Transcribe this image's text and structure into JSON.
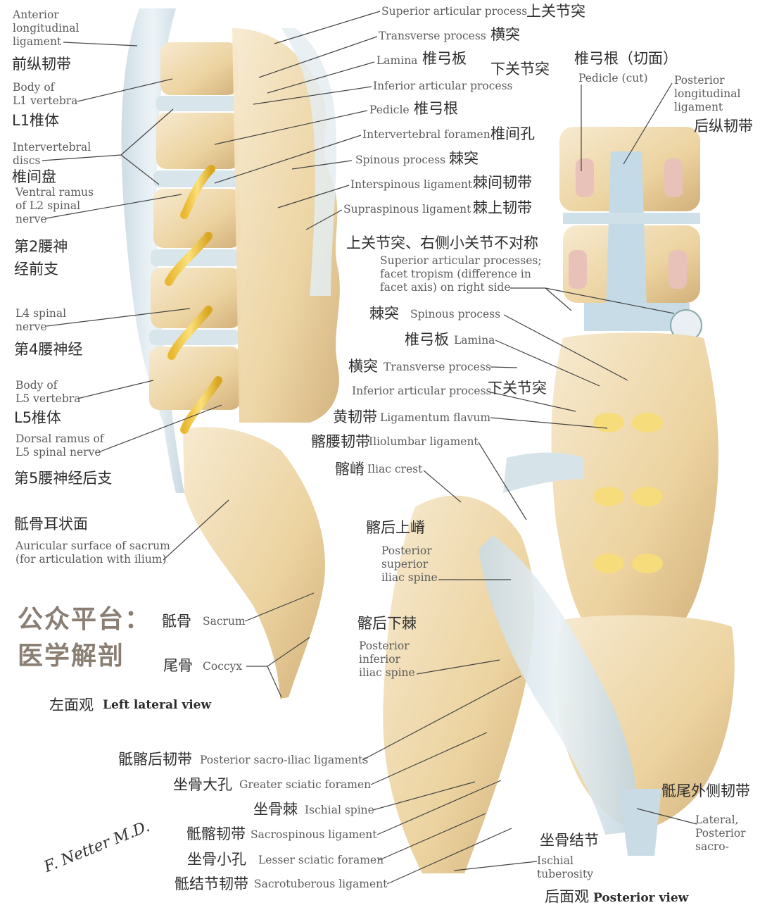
{
  "colors": {
    "bone": "#f1dfb0",
    "bone_dark": "#c9a86a",
    "ligament": "#dce8ee",
    "nerve": "#f6cf4d",
    "marrow": "#d9a090",
    "text_en": "#5b5b5b",
    "text_cn": "#2e2e2e",
    "watermark": "#8b7f74"
  },
  "watermark": {
    "line1": "公众平台：",
    "line2": "医学解剖"
  },
  "signature": "F. Netter M.D.",
  "left_view": {
    "cn": "左面观",
    "en": "Left lateral view"
  },
  "posterior_view": {
    "cn": "后面观",
    "en": "Posterior view"
  },
  "left_labels": [
    {
      "en": "Anterior\nlongitudinal\nligament",
      "cn": "前纵韧带"
    },
    {
      "en": "Body of\nL1 vertebra",
      "cn": "L1椎体"
    },
    {
      "en": "Intervertebral\ndiscs",
      "cn": "椎间盘"
    },
    {
      "en": "Ventral ramus\nof L2 spinal\nnerve",
      "cn": "第2腰神\n经前支"
    },
    {
      "en": "L4 spinal\nnerve",
      "cn": "第4腰神经"
    },
    {
      "en": "Body of\nL5 vertebra",
      "cn": "L5椎体"
    },
    {
      "en": "Dorsal ramus of\nL5 spinal nerve",
      "cn": "第5腰神经后支"
    },
    {
      "en": "Auricular surface of sacrum\n(for articulation with ilium)",
      "cn": "骶骨耳状面"
    },
    {
      "en": "Sacrum",
      "cn": "骶骨"
    },
    {
      "en": "Coccyx",
      "cn": "尾骨"
    }
  ],
  "middle_labels": [
    {
      "en": "Superior articular process",
      "cn": "上关节突"
    },
    {
      "en": "Transverse process",
      "cn": "横突"
    },
    {
      "en": "Lamina",
      "cn": "椎弓板"
    },
    {
      "en": "",
      "cn": "下关节突"
    },
    {
      "en": "Inferior articular process",
      "cn": ""
    },
    {
      "en": "Pedicle",
      "cn": "椎弓根"
    },
    {
      "en": "Intervertebral foramen",
      "cn": "椎间孔"
    },
    {
      "en": "Spinous process",
      "cn": "棘突"
    },
    {
      "en": "Interspinous ligament",
      "cn": "棘间韧带"
    },
    {
      "en": "Supraspinous ligament",
      "cn": "棘上韧带"
    }
  ],
  "right_top_labels": [
    {
      "cn": "椎弓根（切面）",
      "en": "Pedicle (cut)"
    },
    {
      "en": "Posterior\nlongitudinal\nligament",
      "cn": "后纵韧带"
    }
  ],
  "facet": {
    "cn": "上关节突、右侧小关节不对称",
    "en": "Superior articular processes;\nfacet tropism (difference in\nfacet axis) on right side"
  },
  "posterior_labels": [
    {
      "cn": "棘突",
      "en": "Spinous process"
    },
    {
      "cn": "椎弓板",
      "en": "Lamina"
    },
    {
      "cn": "横突",
      "en": "Transverse process"
    },
    {
      "cn": "下关节突",
      "en": "Inferior articular process"
    },
    {
      "cn": "黄韧带",
      "en": "Ligamentum flavum"
    },
    {
      "cn": "髂腰韧带",
      "en": "Iliolumbar ligament"
    },
    {
      "cn": "髂嵴",
      "en": "Iliac crest"
    },
    {
      "cn": "髂后上嵴",
      "en": "Posterior\nsuperior\niliac spine"
    },
    {
      "cn": "髂后下棘",
      "en": "Posterior\ninferior\niliac spine"
    }
  ],
  "bottom_labels": [
    {
      "cn": "骶髂后韧带",
      "en": "Posterior sacro-iliac ligaments"
    },
    {
      "cn": "坐骨大孔",
      "en": "Greater sciatic foramen"
    },
    {
      "cn": "坐骨棘",
      "en": "Ischial spine"
    },
    {
      "cn": "骶髂韧带",
      "en": "Sacrospinous ligament"
    },
    {
      "cn": "坐骨小孔",
      "en": "Lesser sciatic foramen"
    },
    {
      "cn": "骶结节韧带",
      "en": "Sacrotuberous ligament"
    }
  ],
  "right_bottom_labels": [
    {
      "cn": "坐骨结节",
      "en": "Ischial\ntuberosity"
    },
    {
      "cn": "骶尾外侧韧带",
      "en": "Lateral,\nPosterior\nsacro-"
    }
  ]
}
